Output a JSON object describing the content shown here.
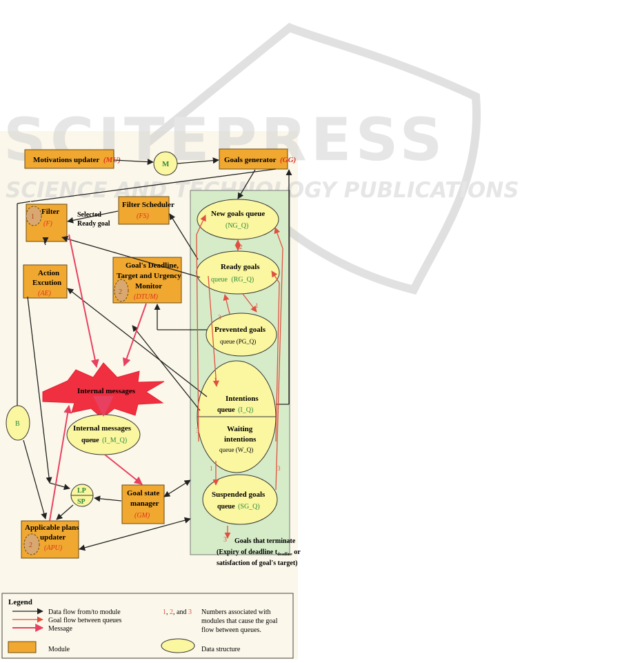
{
  "watermark": {
    "brand": "SCITEPRESS",
    "tagline": "SCIENCE AND TECHNOLOGY PUBLICATIONS"
  },
  "modules": {
    "mu": {
      "label": "Motivations updater",
      "abbr": "(MU)"
    },
    "gg": {
      "label": "Goals generator",
      "abbr": "(GG)"
    },
    "f": {
      "label": "Filter",
      "abbr": "(F)",
      "num": "1"
    },
    "fs": {
      "label": "Filter Scheduler",
      "abbr": "(FS)"
    },
    "ae": {
      "line1": "Action",
      "line2": "Excution",
      "abbr": "(AE)"
    },
    "dtum": {
      "line1": "Goal's Deadline,",
      "line2": "Target and Urgency",
      "line3": "Monitor",
      "abbr": "(DTUM)",
      "num": "2"
    },
    "gm": {
      "line1": "Goal state",
      "line2": "manager",
      "abbr": "(GM)"
    },
    "apu": {
      "line1": "Applicable plans",
      "line2": "updater",
      "abbr": "(APU)",
      "num": "2"
    }
  },
  "nodes": {
    "m": "M",
    "b": "B",
    "lp": "LP",
    "sp": "SP",
    "internal_messages": "Internal messages"
  },
  "queues": {
    "ng": {
      "line1": "New goals queue",
      "line2": "(NG_Q)"
    },
    "rg": {
      "line1": "Ready goals",
      "line2a": "queue",
      "line2b": "(RG_Q)"
    },
    "pg": {
      "line1": "Prevented goals",
      "line2": "queue (PG_Q)"
    },
    "iq": {
      "line1": "Intentions",
      "line2a": "queue",
      "line2b": "(I_Q)"
    },
    "wq": {
      "line1": "Waiting",
      "line2": "intentions",
      "line3": "queue (W_Q)"
    },
    "sg": {
      "line1": "Suspended goals",
      "line2a": "queue",
      "line2b": "(SG_Q)"
    },
    "imq": {
      "line1": "Internal messages",
      "line2a": "queue",
      "line2b": "(I_M_Q)"
    }
  },
  "labels": {
    "selected_line1": "Selected",
    "selected_line2": "Ready goal",
    "n1": "1",
    "n2": "2",
    "n3": "3"
  },
  "terminate": {
    "num": "3",
    "line1": "Goals that terminate",
    "line2": "(Expiry of deadline t",
    "line2_sub": "deadline",
    "line2_end": " or",
    "line3": "satisfaction of goal's target)"
  },
  "legend": {
    "title": "Legend",
    "data_flow": "Data flow from/to module",
    "goal_flow": "Goal flow between queues",
    "message": "Message",
    "module": "Module",
    "nums_1": "1",
    "nums_sep1": ", ",
    "nums_2": "2",
    "nums_sep2": ", and ",
    "nums_3": "3",
    "numbers_line1": "Numbers associated with",
    "numbers_line2": "modules that cause the goal",
    "numbers_line3": "flow between queues.",
    "data_structure": "Data structure"
  },
  "colors": {
    "module_fill": "#f0a830",
    "queue_fill": "#fbf6a0",
    "panel_fill": "#d6ecc8",
    "abbr_red": "#e03020",
    "abbr_green": "#2c8a3a",
    "goal_flow": "#e05040",
    "message": "#e84060",
    "data_flow": "#222222"
  }
}
